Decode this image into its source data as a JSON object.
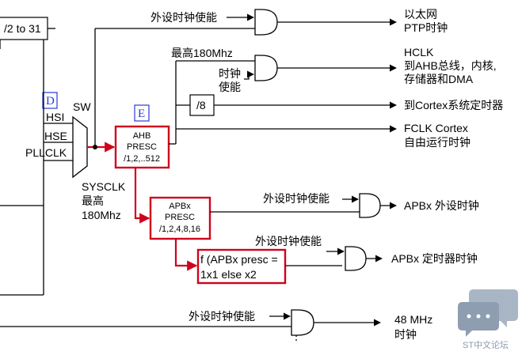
{
  "labels": {
    "div2_31": "/2 to 31",
    "ptp_enable": "外设时钟使能",
    "ethernet_ptp": "以太网",
    "ethernet_ptp_2": "PTP时钟",
    "max180": "最高180Mhz",
    "hclk": "HCLK",
    "hclk_2": "到AHB总线，内核,",
    "hclk_3": "存储器和DMA",
    "clk_enable_1": "时钟",
    "clk_enable_2": "使能",
    "div8": "/8",
    "cortex_timer": "到Cortex系统定时器",
    "fclk": "FCLK Cortex",
    "fclk_2": "自由运行时钟",
    "sw": "SW",
    "hsi": "HSI",
    "hse": "HSE",
    "pllclk": "PLLCLK",
    "letter_d": "D",
    "letter_e": "E",
    "ahb_1": "AHB",
    "ahb_2": "PRESC",
    "ahb_3": "/1,2,..512",
    "sysclk": "SYSCLK",
    "sysclk_2": "最高",
    "sysclk_3": "180Mhz",
    "apb_enable": "外设时钟使能",
    "apb_periph": "APBx 外设时钟",
    "apb_1": "APBx",
    "apb_2": "PRESC",
    "apb_3": "/1,2,4,8,16",
    "tim_enable": "外设时钟使能",
    "tim_1": "f (APBx presc =",
    "tim_2": "1x1 else x2",
    "apb_timer": "APBx 定时器时钟",
    "mhz48_enable": "外设时钟使能",
    "mhz48": "48 MHz",
    "mhz48_2": "时钟",
    "watermark": "ST中文论坛"
  },
  "colors": {
    "highlight": "#d0021b",
    "letter_box": "#2b3bd6",
    "watermark": "#8a9bb0"
  },
  "icons": {
    "watermark": "chat-bubbles-icon"
  }
}
